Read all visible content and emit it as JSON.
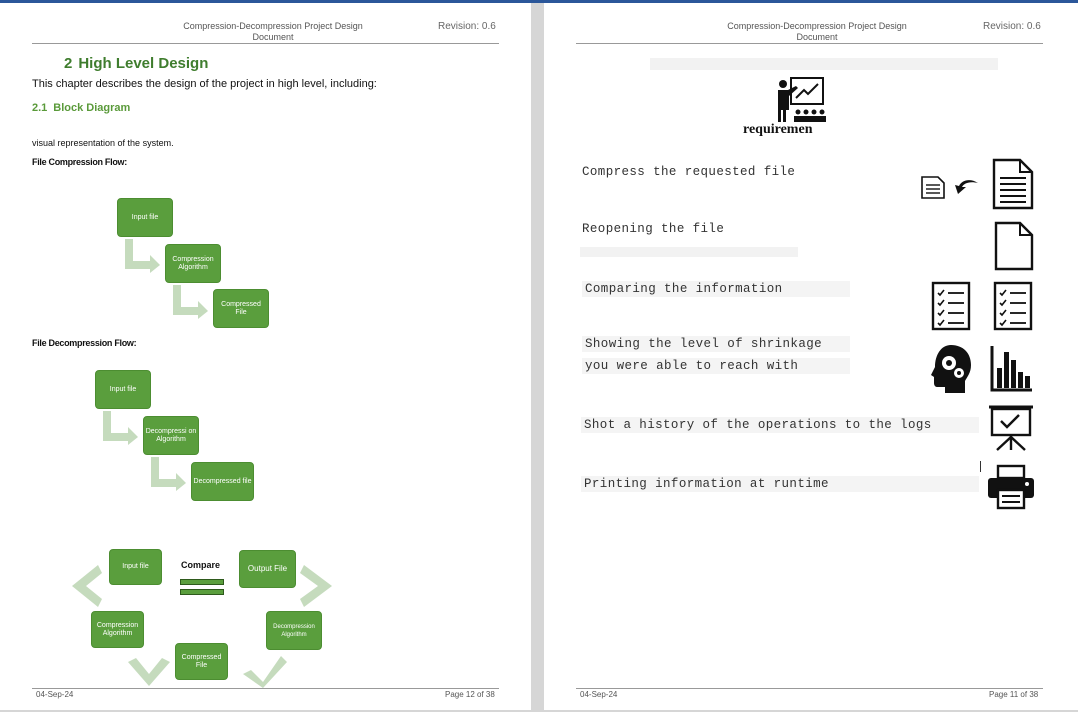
{
  "header": {
    "doc_title": "Compression-Decompression Project Design Document",
    "revision": "Revision: 0.6"
  },
  "left_page": {
    "heading": {
      "number": "2",
      "text": "High Level Design"
    },
    "intro": "This chapter describes the design of the project in high level, including:",
    "subheading": {
      "number": "2.1",
      "text": "Block Diagram"
    },
    "visual_text": "visual representation of the system.",
    "compression_flow": {
      "label": "File Compression Flow:",
      "boxes": [
        "Input file",
        "Compression Algorithm",
        "Compressed File"
      ]
    },
    "decompression_flow": {
      "label": "File Decompression Flow:",
      "boxes": [
        "Input file",
        "Decompressi on Algorithm",
        "Decompressed file"
      ]
    },
    "compare_diagram": {
      "compare_label": "Compare",
      "input": "Input file",
      "output": "Output File",
      "compression": "Compression Algorithm",
      "compressed": "Compressed File",
      "decompression": "Decompression Algorithm"
    },
    "footer": {
      "date": "04-Sep-24",
      "page": "Page 12 of 38"
    }
  },
  "right_page": {
    "requirements_title": "requiremen",
    "rows": [
      {
        "text": "Compress the requested file",
        "icons": [
          "small-document-icon",
          "curved-arrow-icon",
          "document-icon"
        ]
      },
      {
        "text": "Reopening the file",
        "icons": [
          "blank-document-icon"
        ]
      },
      {
        "text": "Comparing the information",
        "icons": [
          "checklist-icon",
          "checklist-icon"
        ]
      },
      {
        "text_lines": [
          "Showing the level of shrinkage",
          "you were able to reach with"
        ],
        "icons": [
          "head-gears-icon",
          "bar-chart-icon"
        ]
      },
      {
        "text": "Shot a history of the operations to the logs",
        "icons": [
          "presentation-board-icon"
        ]
      },
      {
        "text": "Printing information at runtime",
        "icons": [
          "printer-icon"
        ]
      }
    ],
    "footer": {
      "date": "04-Sep-24",
      "page": "Page 11 of 38"
    }
  }
}
